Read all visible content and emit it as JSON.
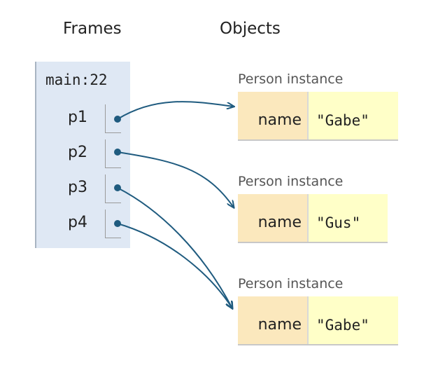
{
  "headings": {
    "frames": "Frames",
    "objects": "Objects"
  },
  "frame": {
    "name": "main:22",
    "variables": [
      {
        "name": "p1",
        "target": 0
      },
      {
        "name": "p2",
        "target": 1
      },
      {
        "name": "p3",
        "target": 2
      },
      {
        "name": "p4",
        "target": 2
      }
    ]
  },
  "objects": [
    {
      "title": "Person instance",
      "field": "name",
      "value": "\"Gabe\""
    },
    {
      "title": "Person instance",
      "field": "name",
      "value": "\"Gus\""
    },
    {
      "title": "Person instance",
      "field": "name",
      "value": "\"Gabe\""
    }
  ],
  "colors": {
    "arrow": "#1f5b7f",
    "frame_bg": "#dfe8f4",
    "key_bg": "#fbe8bd",
    "value_bg": "#ffffc8"
  }
}
